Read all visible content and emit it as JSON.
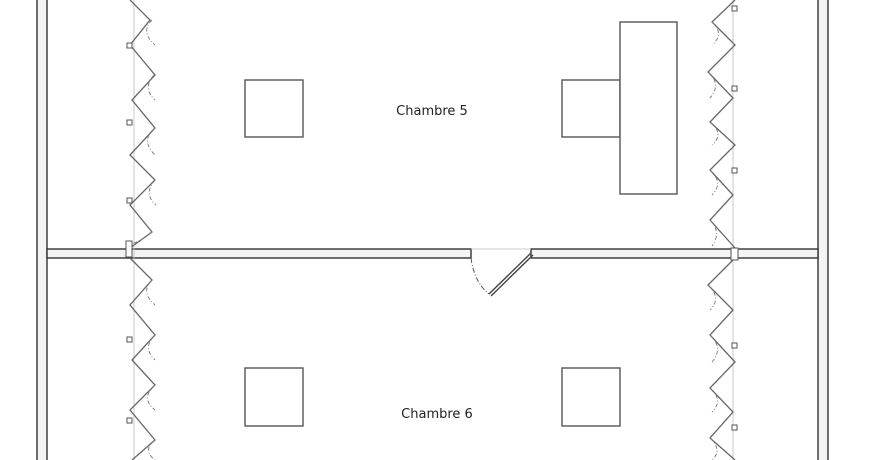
{
  "rooms": [
    {
      "id": "chambre-5",
      "label": "Chambre 5"
    },
    {
      "id": "chambre-6",
      "label": "Chambre 6"
    }
  ],
  "colors": {
    "wall": "#333333",
    "fixture": "#555555",
    "background": "#ffffff"
  }
}
